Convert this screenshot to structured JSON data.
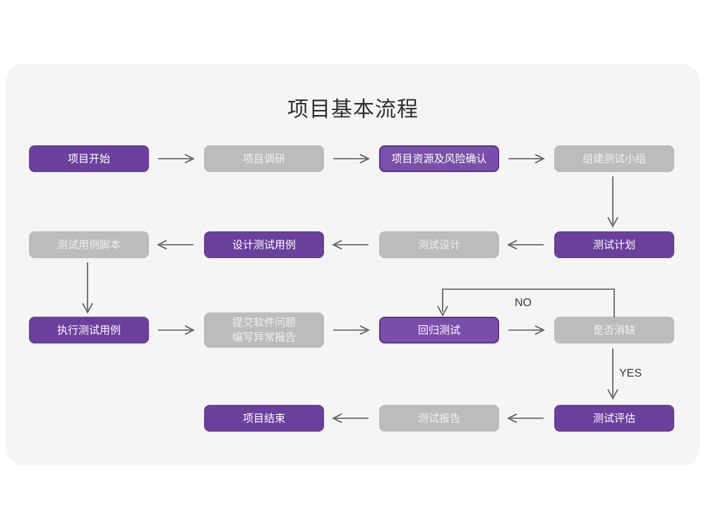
{
  "page": {
    "title": "项目基本流程",
    "background_color": "#ffffff",
    "card_color": "#f5f5f5"
  },
  "palette": {
    "purple_solid": "#6b3f9c",
    "purple_outline_fill": "#7a4faa",
    "purple_outline_border": "#5d3390",
    "gray_fill": "#bcbcbc",
    "gray_text": "#efefef",
    "arrow_color": "#555555",
    "title_color": "#2e2e2e"
  },
  "chart_data": {
    "type": "diagram",
    "title": "项目基本流程",
    "nodes": [
      {
        "id": "n1",
        "label": "项目开始",
        "style": "solid-purple",
        "row": 1,
        "col": 1
      },
      {
        "id": "n2",
        "label": "项目调研",
        "style": "gray",
        "row": 1,
        "col": 2
      },
      {
        "id": "n3",
        "label": "项目资源及风险确认",
        "style": "outline-purple",
        "row": 1,
        "col": 3
      },
      {
        "id": "n4",
        "label": "组建测试小组",
        "style": "gray",
        "row": 1,
        "col": 4
      },
      {
        "id": "n5",
        "label": "测试用例脚本",
        "style": "gray",
        "row": 2,
        "col": 1
      },
      {
        "id": "n6",
        "label": "设计测试用例",
        "style": "solid-purple",
        "row": 2,
        "col": 2
      },
      {
        "id": "n7",
        "label": "测试设计",
        "style": "gray",
        "row": 2,
        "col": 3
      },
      {
        "id": "n8",
        "label": "测试计划",
        "style": "solid-purple",
        "row": 2,
        "col": 4
      },
      {
        "id": "n9",
        "label": "执行测试用例",
        "style": "solid-purple",
        "row": 3,
        "col": 1
      },
      {
        "id": "n10",
        "label": "提交软件问题\n编写异常报告",
        "style": "gray",
        "row": 3,
        "col": 2
      },
      {
        "id": "n11",
        "label": "回归测试",
        "style": "outline-purple",
        "row": 3,
        "col": 3
      },
      {
        "id": "n12",
        "label": "是否消缺",
        "style": "gray",
        "row": 3,
        "col": 4
      },
      {
        "id": "n13",
        "label": "项目结束",
        "style": "solid-purple",
        "row": 4,
        "col": 2
      },
      {
        "id": "n14",
        "label": "测试报告",
        "style": "gray",
        "row": 4,
        "col": 3
      },
      {
        "id": "n15",
        "label": "测试评估",
        "style": "solid-purple",
        "row": 4,
        "col": 4
      }
    ],
    "edges": [
      {
        "from": "n1",
        "to": "n2",
        "direction": "right",
        "label": ""
      },
      {
        "from": "n2",
        "to": "n3",
        "direction": "right",
        "label": ""
      },
      {
        "from": "n3",
        "to": "n4",
        "direction": "right",
        "label": ""
      },
      {
        "from": "n4",
        "to": "n8",
        "direction": "down",
        "label": ""
      },
      {
        "from": "n8",
        "to": "n7",
        "direction": "left",
        "label": ""
      },
      {
        "from": "n7",
        "to": "n6",
        "direction": "left",
        "label": ""
      },
      {
        "from": "n6",
        "to": "n5",
        "direction": "left",
        "label": ""
      },
      {
        "from": "n5",
        "to": "n9",
        "direction": "down",
        "label": ""
      },
      {
        "from": "n9",
        "to": "n10",
        "direction": "right",
        "label": ""
      },
      {
        "from": "n10",
        "to": "n11",
        "direction": "right",
        "label": ""
      },
      {
        "from": "n11",
        "to": "n12",
        "direction": "right",
        "label": ""
      },
      {
        "from": "n12",
        "to": "n11",
        "direction": "loop-up-left",
        "label": "NO"
      },
      {
        "from": "n12",
        "to": "n15",
        "direction": "down",
        "label": "YES"
      },
      {
        "from": "n15",
        "to": "n14",
        "direction": "left",
        "label": ""
      },
      {
        "from": "n14",
        "to": "n13",
        "direction": "left",
        "label": ""
      }
    ],
    "labels": {
      "no": "NO",
      "yes": "YES"
    }
  }
}
